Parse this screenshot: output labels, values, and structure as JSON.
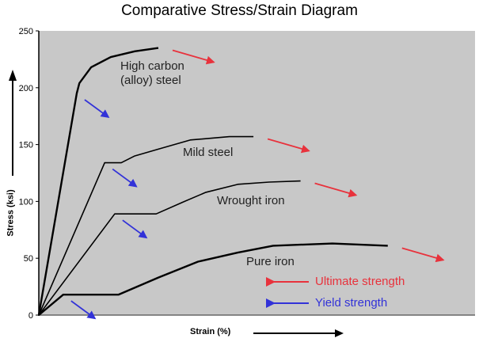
{
  "chart_data": {
    "type": "line",
    "title": "Comparative Stress/Strain Diagram",
    "xlabel": "Strain (%)",
    "ylabel": "Stress (ksi)",
    "ylim": [
      0,
      250
    ],
    "xlim": [
      0,
      100
    ],
    "yticks": [
      "0",
      "50",
      "100",
      "150",
      "200",
      "250"
    ],
    "ytick_values": [
      0,
      50,
      100,
      150,
      200,
      250
    ],
    "grid": false,
    "series": [
      {
        "name": "High carbon (alloy) steel",
        "label_lines": [
          "High carbon",
          "(alloy) steel"
        ],
        "x": [
          0,
          8.7,
          9.3,
          12,
          16.5,
          22,
          27.4
        ],
        "y": [
          0,
          195,
          204,
          218,
          227,
          232,
          235
        ]
      },
      {
        "name": "Mild steel",
        "label_lines": [
          "Mild steel"
        ],
        "x": [
          0,
          15.1,
          18.9,
          22,
          27.4,
          34.7,
          43.7,
          49.2
        ],
        "y": [
          0,
          134,
          134,
          140,
          146,
          154,
          157,
          157
        ]
      },
      {
        "name": "Wrought iron",
        "label_lines": [
          "Wrought iron"
        ],
        "x": [
          0,
          17.4,
          26.9,
          32.8,
          38.3,
          45.6,
          52.8,
          60
        ],
        "y": [
          0,
          89,
          89,
          99,
          108,
          115,
          117,
          118
        ]
      },
      {
        "name": "Pure iron",
        "label_lines": [
          "Pure iron"
        ],
        "x": [
          0,
          5.6,
          18.3,
          27.4,
          36.5,
          45.6,
          53.7,
          67.3,
          80
        ],
        "y": [
          0,
          18,
          18,
          33,
          47,
          55,
          61,
          63,
          61
        ]
      }
    ],
    "legend": [
      {
        "label": "Ultimate strength",
        "color": "#e8323c"
      },
      {
        "label": "Yield strength",
        "color": "#3232d8"
      }
    ],
    "colors": {
      "plot_bg": "#c8c8c8",
      "line": "#000000"
    }
  }
}
